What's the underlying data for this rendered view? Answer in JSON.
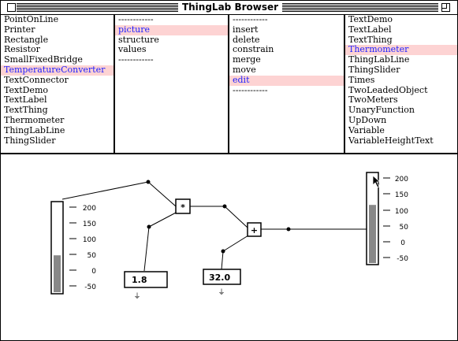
{
  "window": {
    "title": "ThingLab Browser"
  },
  "panes": {
    "classes": [
      {
        "label": "PointOnLine",
        "selected": false
      },
      {
        "label": "Printer",
        "selected": false
      },
      {
        "label": "Rectangle",
        "selected": false
      },
      {
        "label": "Resistor",
        "selected": false
      },
      {
        "label": "SmallFixedBridge",
        "selected": false
      },
      {
        "label": "TemperatureConverter",
        "selected": true
      },
      {
        "label": "TextConnector",
        "selected": false
      },
      {
        "label": "TextDemo",
        "selected": false
      },
      {
        "label": "TextLabel",
        "selected": false
      },
      {
        "label": "TextThing",
        "selected": false
      },
      {
        "label": "Thermometer",
        "selected": false
      },
      {
        "label": "ThingLabLine",
        "selected": false
      },
      {
        "label": "ThingSlider",
        "selected": false
      }
    ],
    "categories": [
      {
        "label": "------------",
        "selected": false
      },
      {
        "label": "picture",
        "selected": true
      },
      {
        "label": "structure",
        "selected": false
      },
      {
        "label": "values",
        "selected": false
      },
      {
        "label": "------------",
        "selected": false
      }
    ],
    "commands": [
      {
        "label": "------------",
        "selected": false
      },
      {
        "label": "insert",
        "selected": false
      },
      {
        "label": "delete",
        "selected": false
      },
      {
        "label": "constrain",
        "selected": false
      },
      {
        "label": "merge",
        "selected": false
      },
      {
        "label": "move",
        "selected": false
      },
      {
        "label": "edit",
        "selected": true
      },
      {
        "label": "------------",
        "selected": false
      }
    ],
    "parts": [
      {
        "label": "TextDemo",
        "selected": false
      },
      {
        "label": "TextLabel",
        "selected": false
      },
      {
        "label": "TextThing",
        "selected": false
      },
      {
        "label": "Thermometer",
        "selected": true
      },
      {
        "label": "ThingLabLine",
        "selected": false
      },
      {
        "label": "ThingSlider",
        "selected": false
      },
      {
        "label": "Times",
        "selected": false
      },
      {
        "label": "TwoLeadedObject",
        "selected": false
      },
      {
        "label": "TwoMeters",
        "selected": false
      },
      {
        "label": "UnaryFunction",
        "selected": false
      },
      {
        "label": "UpDown",
        "selected": false
      },
      {
        "label": "Variable",
        "selected": false
      },
      {
        "label": "VariableHeightText",
        "selected": false
      }
    ]
  },
  "diagram": {
    "times_symbol": "*",
    "plus_symbol": "+",
    "multiplier_value": "1.8",
    "offset_value": "32.0",
    "anchor_symbol": "⏚",
    "left_thermometer": {
      "ticks": [
        "200",
        "150",
        "100",
        "50",
        "0",
        "-50"
      ],
      "level": 47
    },
    "right_thermometer": {
      "ticks": [
        "200",
        "150",
        "100",
        "50",
        "0",
        "-50"
      ],
      "level": 117
    }
  }
}
